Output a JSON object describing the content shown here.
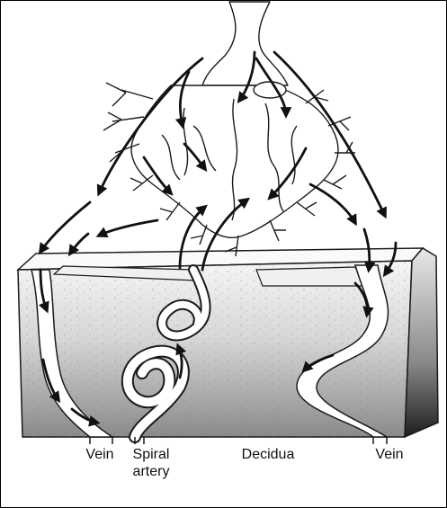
{
  "figure": {
    "labels": {
      "vein_left": "Vein",
      "spiral_artery_line1": "Spiral",
      "spiral_artery_line2": "artery",
      "decidua": "Decidua",
      "vein_right": "Vein"
    },
    "colors": {
      "outline": "#1a1a1a",
      "block_top": "#f4f4f4",
      "block_bottom": "#8e8e8e",
      "side_face_dark": "#2a2a2a",
      "vessel_fill": "#ffffff",
      "villi_fill": "#ffffff"
    },
    "icons": [
      "flow-arrow-icon"
    ]
  }
}
